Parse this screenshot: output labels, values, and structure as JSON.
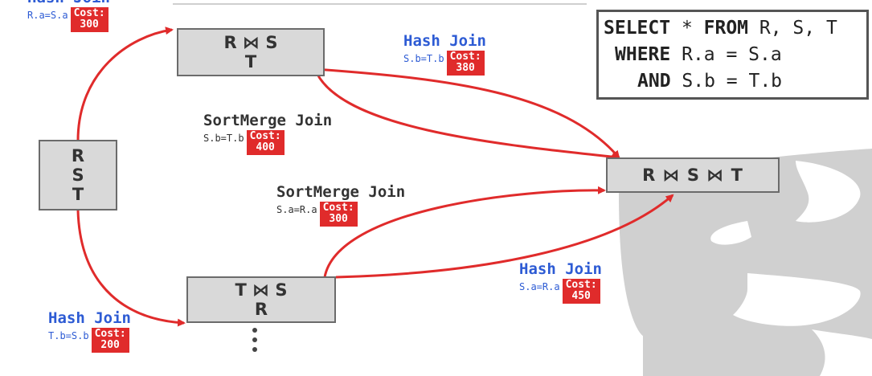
{
  "nodes": {
    "rst": [
      "R",
      "S",
      "T"
    ],
    "rs_t": [
      "R ⋈ S",
      "T"
    ],
    "ts_r": [
      "T ⋈ S",
      "R"
    ],
    "rst_join": "R ⋈ S ⋈ T"
  },
  "edges": [
    {
      "id": "hash-rs",
      "join": "Hash Join",
      "cond": "R.a=S.a",
      "cost_label": "Cost:",
      "cost": "300"
    },
    {
      "id": "hash-st-top",
      "join": "Hash Join",
      "cond": "S.b=T.b",
      "cost_label": "Cost:",
      "cost": "380"
    },
    {
      "id": "sortmerge-st",
      "join": "SortMerge Join",
      "cond": "S.b=T.b",
      "cost_label": "Cost:",
      "cost": "400"
    },
    {
      "id": "sortmerge-sa",
      "join": "SortMerge Join",
      "cond": "S.a=R.a",
      "cost_label": "Cost:",
      "cost": "300"
    },
    {
      "id": "hash-sa-bottom",
      "join": "Hash Join",
      "cond": "S.a=R.a",
      "cost_label": "Cost:",
      "cost": "450"
    },
    {
      "id": "hash-tb",
      "join": "Hash Join",
      "cond": "T.b=S.b",
      "cost_label": "Cost:",
      "cost": "200"
    }
  ],
  "query": {
    "line1": {
      "kw1": "SELECT",
      "mid": " * ",
      "kw2": "FROM",
      "rest": " R, S, T"
    },
    "line2": {
      "kw": "WHERE",
      "rest": " R.a = S.a"
    },
    "line3": {
      "kw": "AND",
      "rest": " S.b = T.b"
    }
  },
  "colors": {
    "arrow": "#e02b2b",
    "join_text": "#2d5bd4",
    "cost_badge": "#e02b2b",
    "node_fill": "#d9d9d9",
    "db_icon": "#d0d0d0"
  },
  "icons": [
    "database-icon",
    "ellipsis-icon"
  ]
}
